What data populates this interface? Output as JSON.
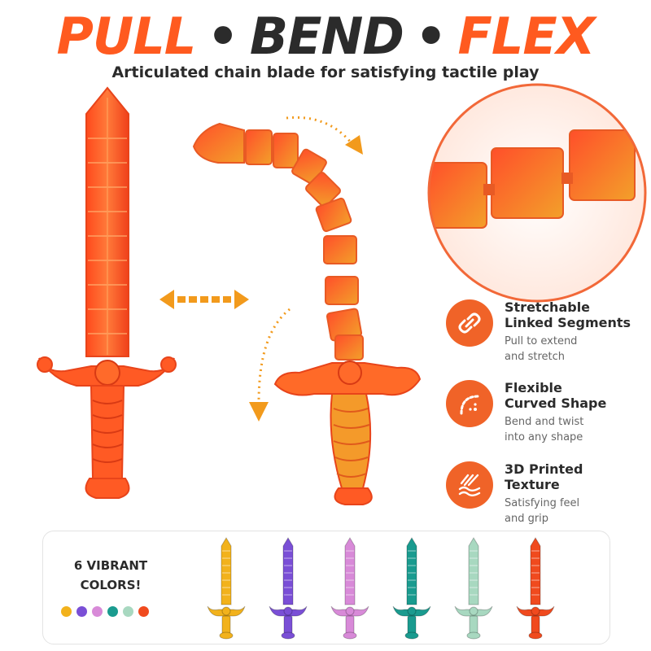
{
  "headline": {
    "word1": "PULL",
    "sep1": "•",
    "word2": "BEND",
    "sep2": "•",
    "word3": "FLEX"
  },
  "subtitle": "Articulated chain blade for satisfying tactile play",
  "features": [
    {
      "icon": "link-icon",
      "title": "Stretchable\nLinked Segments",
      "desc": "Pull to extend\nand stretch"
    },
    {
      "icon": "curve-icon",
      "title": "Flexible\nCurved Shape",
      "desc": "Bend and twist\ninto any shape"
    },
    {
      "icon": "texture-icon",
      "title": "3D Printed\nTexture",
      "desc": "Satisfying feel\nand grip"
    }
  ],
  "colors": {
    "label": "6 VIBRANT\nCOLORS!",
    "swatches": [
      "#f2b21c",
      "#7a4fd6",
      "#d88ad8",
      "#1a9b8f",
      "#a8d8c0",
      "#f04a1e"
    ]
  },
  "accent": "#ff5a1f"
}
